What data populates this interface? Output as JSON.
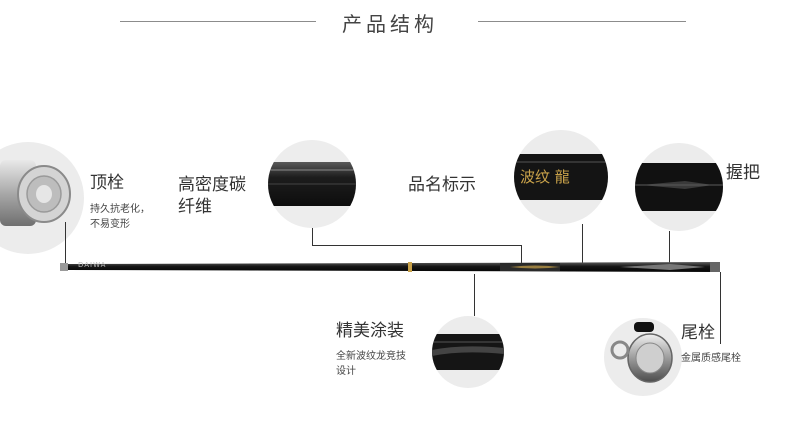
{
  "header": {
    "title": "产品结构"
  },
  "parts": {
    "top_plug": {
      "title": "顶栓",
      "desc_line1": "持久抗老化，",
      "desc_line2": "不易变形"
    },
    "carbon": {
      "title_line1": "高密度碳",
      "title_line2": "纤维"
    },
    "name_mark": {
      "title": "品名标示",
      "emblem": "波纹 龍"
    },
    "grip": {
      "title": "握把"
    },
    "coating": {
      "title": "精美涂装",
      "desc_line1": "全新波纹龙竞技",
      "desc_line2": "设计"
    },
    "tail_plug": {
      "title": "尾栓",
      "desc": "金属质感尾栓"
    }
  },
  "rod": {
    "brand": "DAIWA"
  },
  "colors": {
    "rod": "#111111",
    "accent_gold": "#c9a24a",
    "line": "#8c8c8c"
  }
}
